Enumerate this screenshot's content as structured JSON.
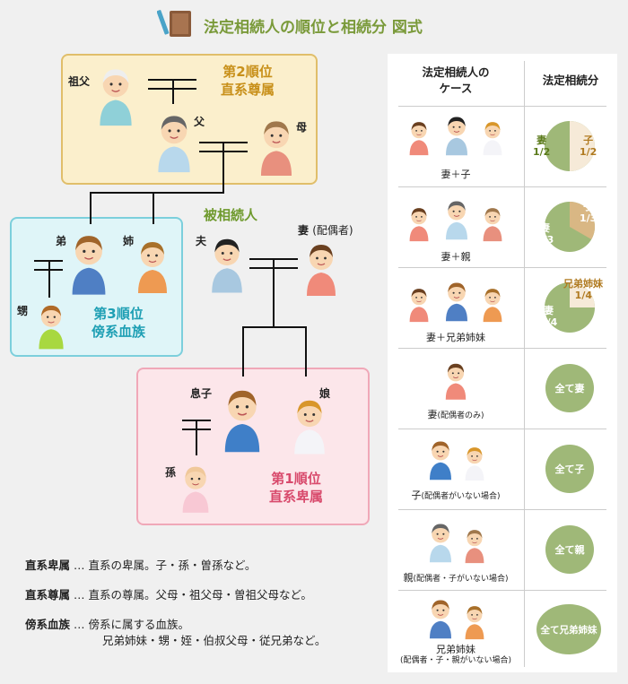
{
  "title": "法定相続人の順位と相続分 図式",
  "gen2": {
    "line1": "第2順位",
    "line2": "直系尊属"
  },
  "gen3": {
    "line1": "第3順位",
    "line2": "傍系血族"
  },
  "gen1": {
    "line1": "第1順位",
    "line2": "直系卑属"
  },
  "decedent_label": "被相続人",
  "people": {
    "grandfather": "祖父",
    "father": "父",
    "mother": "母",
    "younger_brother": "弟",
    "older_sister": "姉",
    "nephew": "甥",
    "husband": "夫",
    "wife": "妻",
    "wife_note": "(配偶者)",
    "son": "息子",
    "daughter": "娘",
    "grandchild": "孫"
  },
  "legend": [
    {
      "term": "直系卑属",
      "sep": " … ",
      "desc": "直系の卑属。子・孫・曽孫など。"
    },
    {
      "term": "直系尊属",
      "sep": " … ",
      "desc": "直系の尊属。父母・祖父母・曽祖父母など。"
    },
    {
      "term": "傍系血族",
      "sep": " … ",
      "desc": "傍系に属する血族。",
      "desc2": "兄弟姉妹・甥・姪・伯叔父母・従兄弟など。"
    }
  ],
  "table": {
    "col1_header_line1": "法定相続人の",
    "col1_header_line2": "ケース",
    "col2_header": "法定相続分",
    "rows": [
      {
        "case": "妻＋子",
        "share_a_label": "妻",
        "share_a": "1/2",
        "share_b_label": "子",
        "share_b": "1/2"
      },
      {
        "case": "妻＋親",
        "share_a_label": "妻",
        "share_a": "2/3",
        "share_b_label": "子",
        "share_b": "1/3"
      },
      {
        "case": "妻＋兄弟姉妹",
        "share_a_label": "妻",
        "share_a": "3/4",
        "share_b_label": "兄弟姉妹",
        "share_b": "1/4"
      },
      {
        "case": "妻",
        "case_sub": "(配偶者のみ)",
        "result": "全て妻"
      },
      {
        "case": "子",
        "case_sub": "(配偶者がいない場合)",
        "result": "全て子"
      },
      {
        "case": "親",
        "case_sub": "(配偶者・子がいない場合)",
        "result": "全て親"
      },
      {
        "case": "兄弟姉妹",
        "case_sub": "(配偶者・子・親がいない場合)",
        "result": "全て兄弟姉妹"
      }
    ]
  },
  "colors": {
    "gen2_bg": "#fbefcc",
    "gen2_border": "#e0be6a",
    "gen2_text": "#c8901a",
    "gen3_bg": "#dff5f8",
    "gen3_border": "#7ccfdc",
    "gen3_text": "#1e9fb4",
    "gen1_bg": "#fce6ea",
    "gen1_border": "#f0a8b8",
    "gen1_text": "#d84a6c",
    "decedent_text": "#6f9a2e",
    "pie_main": "#9fb878",
    "pie_accent": "#d9b784",
    "title": "#7a9a3a"
  }
}
